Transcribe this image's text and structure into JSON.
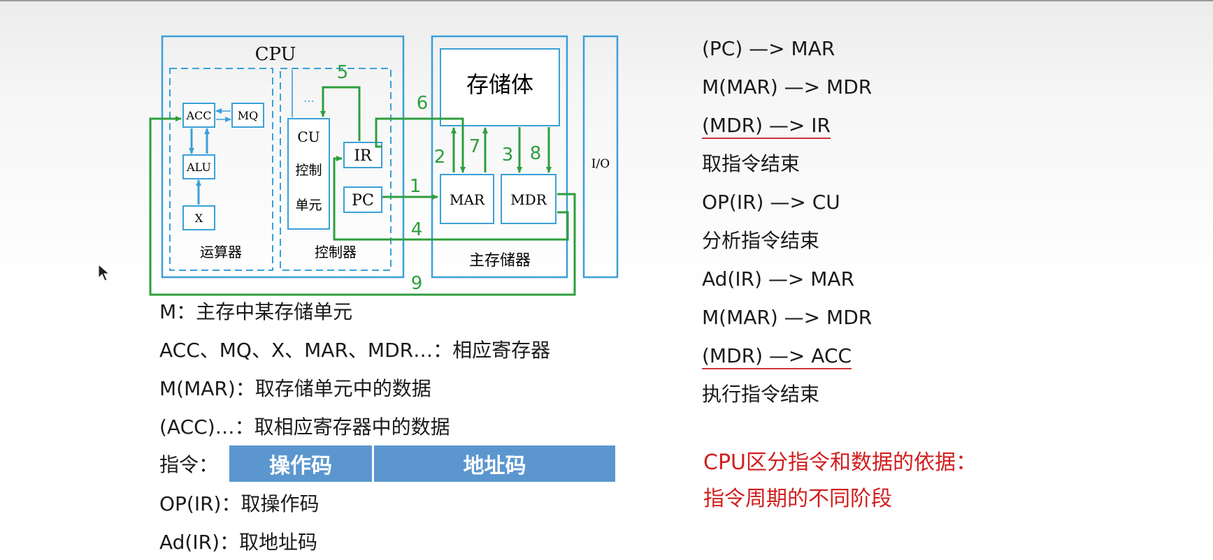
{
  "diagram": {
    "cpu_title": "CPU",
    "alu_unit_label": "运算器",
    "control_unit_label": "控制器",
    "memory_label": "主存储器",
    "storage_body": "存储体",
    "io_label": "I/O",
    "registers": {
      "acc": "ACC",
      "mq": "MQ",
      "alu": "ALU",
      "x": "X",
      "cu": "CU",
      "cu_sub1": "控制",
      "cu_sub2": "单元",
      "ir": "IR",
      "pc": "PC",
      "mar": "MAR",
      "mdr": "MDR",
      "ellipsis": "…"
    },
    "steps": [
      "1",
      "2",
      "3",
      "4",
      "5",
      "6",
      "7",
      "8",
      "9"
    ],
    "colors": {
      "box": "#3aa0d8",
      "path": "#2e9e3e"
    }
  },
  "legend": {
    "lines": [
      "M：主存中某存储单元",
      "ACC、MQ、X、MAR、MDR…：相应寄存器",
      "M(MAR)：取存储单元中的数据",
      "(ACC)…：取相应寄存器中的数据"
    ],
    "instruction_label": "指令：",
    "opcode": "操作码",
    "address_code": "地址码",
    "op_line": "OP(IR)：取操作码",
    "ad_line": "Ad(IR)：取地址码"
  },
  "process": {
    "lines": [
      "(PC) —> MAR",
      "M(MAR) —> MDR",
      "(MDR) —> IR",
      "取指令结束",
      "OP(IR) —> CU",
      "分析指令结束",
      "Ad(IR) —> MAR",
      "M(MAR) —> MDR",
      "(MDR) —> ACC",
      "执行指令结束"
    ]
  },
  "note": {
    "line1": "CPU区分指令和数据的依据：",
    "line2": "指令周期的不同阶段",
    "color": "#d21e1e"
  }
}
